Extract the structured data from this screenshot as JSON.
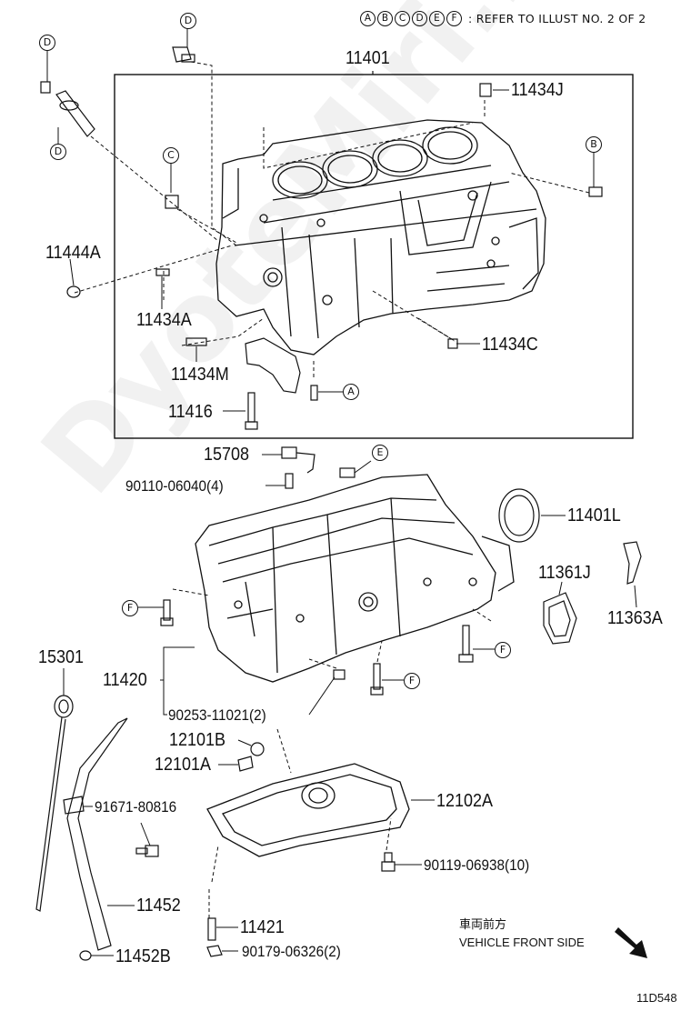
{
  "legend": {
    "letters": [
      "A",
      "B",
      "C",
      "D",
      "E",
      "F"
    ],
    "text": ": REFER TO ILLUST NO. 2 OF 2"
  },
  "parts": {
    "p11401": "11401",
    "p11434J": "11434J",
    "p11444A": "11444A",
    "p11434A": "11434A",
    "p11434M": "11434M",
    "p11434C": "11434C",
    "p11416": "11416",
    "p15708": "15708",
    "p90110": "90110-06040(4)",
    "p11401L": "11401L",
    "p11361J": "11361J",
    "p11363A": "11363A",
    "p15301": "15301",
    "p11420": "11420",
    "p90253": "90253-11021(2)",
    "p12101B": "12101B",
    "p12101A": "12101A",
    "p12102A": "12102A",
    "p91671": "91671-80816",
    "p90119": "90119-06938(10)",
    "p11452": "11452",
    "p11421": "11421",
    "p90179": "90179-06326(2)",
    "p11452B": "11452B"
  },
  "refs": {
    "d_top": "D",
    "d_left_top": "D",
    "d_left_bottom": "D",
    "c_ref": "C",
    "b_ref": "B",
    "a_ref": "A",
    "e_ref": "E",
    "f_left": "F",
    "f_right": "F",
    "f_mid": "F"
  },
  "front": {
    "jp": "車両前方",
    "en": "VEHICLE FRONT SIDE"
  },
  "diagram_code": "11D548",
  "watermark": "DyoteMiri.ru"
}
